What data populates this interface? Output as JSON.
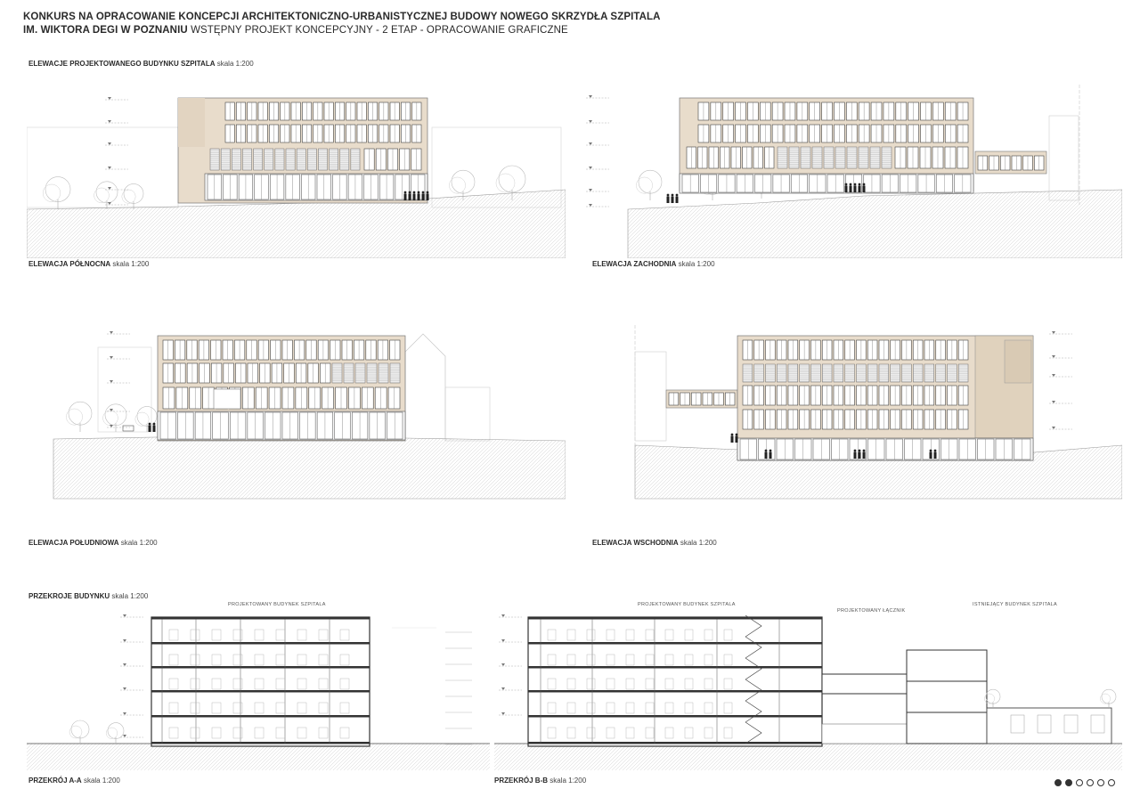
{
  "header": {
    "line1": "KONKURS NA OPRACOWANIE KONCEPCJI ARCHITEKTONICZNO-URBANISTYCZNEJ BUDOWY NOWEGO SKRZYDŁA SZPITALA",
    "line2_bold": "IM. WIKTORA DEGI W POZNANIU",
    "line2_light": " WSTĘPNY PROJEKT KONCEPCYJNY - 2 ETAP - OPRACOWANIE GRAFICZNE"
  },
  "sections": {
    "elevations": {
      "title": "ELEWACJE PROJEKTOWANEGO BUDYNKU SZPITALA",
      "scale": " skala 1:200"
    },
    "sections_title": {
      "title": "PRZEKROJE BUDYNKU",
      "scale": " skala 1:200"
    }
  },
  "drawings": {
    "north": {
      "title": "ELEWACJA PÓŁNOCNA",
      "scale": " skala 1:200"
    },
    "west": {
      "title": "ELEWACJA ZACHODNIA",
      "scale": " skala 1:200"
    },
    "south": {
      "title": "ELEWACJA POŁUDNIOWA",
      "scale": " skala 1:200"
    },
    "east": {
      "title": "ELEWACJA WSCHODNIA",
      "scale": " skala 1:200"
    },
    "section_aa": {
      "title": "PRZEKRÓJ A-A",
      "scale": " skala 1:200"
    },
    "section_bb": {
      "title": "PRZEKRÓJ B-B",
      "scale": " skala 1:200"
    }
  },
  "section_captions": {
    "aa_building": "PROJEKTOWANY BUDYNEK SZPITALA",
    "bb_building": "PROJEKTOWANY BUDYNEK SZPITALA",
    "bb_connector": "PROJEKTOWANY ŁĄCZNIK",
    "bb_existing": "ISTNIEJĄCY BUDYNEK SZPITALA"
  },
  "pagination": {
    "pages": 6,
    "current": 2
  },
  "colors": {
    "facade": "#e8dccb",
    "line": "#555555",
    "ground": "#f2f2f2",
    "accent": "#2a2a2a"
  }
}
